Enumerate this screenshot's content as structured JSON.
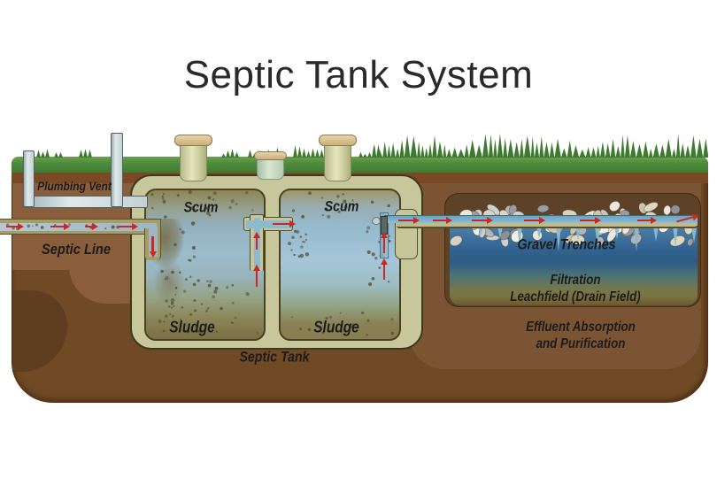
{
  "title": "Septic Tank System",
  "labels": {
    "plumbing_vent": "Plumbing Vent",
    "septic_line": "Septic Line",
    "chamber1": {
      "scum": "Scum",
      "sludge": "Sludge"
    },
    "chamber2": {
      "scum": "Scum",
      "sludge": "Sludge"
    },
    "septic_tank": "Septic Tank",
    "gravel_trenches": "Gravel Trenches",
    "drain_field_line1": "Filtration",
    "drain_field_line2": "Leachfield (Drain Field)",
    "absorption_line1": "Effluent Absorption",
    "absorption_line2": "and Purification"
  },
  "colors": {
    "grass": "#4f8c3a",
    "topsoil": "#7b4826",
    "soil": "#6f4a25",
    "soil_light": "#8a5d3b",
    "tank_shell": "#c8c69b",
    "water_blue": "#9cbccc",
    "scum_olive": "#8d8553",
    "leachfield_box": "#5e4227",
    "pipe_gray": "#ccd7d9",
    "flow_arrow_red": "#ce2722"
  }
}
